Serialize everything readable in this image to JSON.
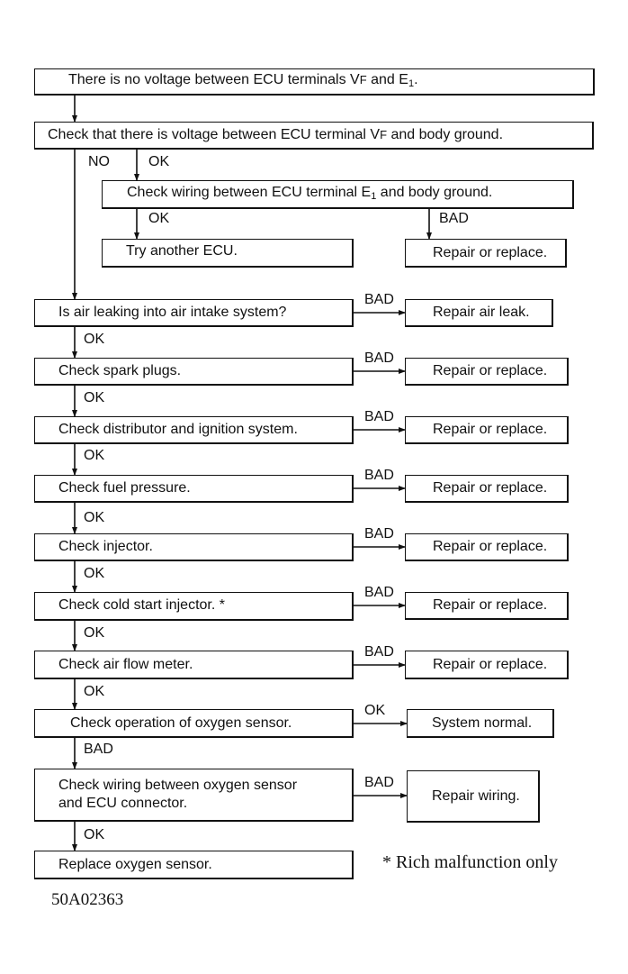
{
  "boxes": {
    "b1": {
      "pre": "There is no voltage between ECU terminals V",
      "sm": "F",
      "mid": " and E",
      "sub": "1",
      "post": "."
    },
    "b2": {
      "pre": "Check that there is voltage between ECU terminal V",
      "sm": "F",
      "post": " and body ground."
    },
    "b3": {
      "pre": "Check wiring between ECU terminal E",
      "sub": "1",
      "post": " and body  ground."
    },
    "b4": "Try another ECU.",
    "b5": "Repair or replace.",
    "b6": "Is air leaking into air intake system?",
    "b7": "Repair air leak.",
    "b8": "Check spark plugs.",
    "b9": "Repair or replace.",
    "b10": "Check distributor and ignition system.",
    "b11": "Repair or replace.",
    "b12": "Check fuel pressure.",
    "b13": "Repair or replace.",
    "b14": "Check injector.",
    "b15": "Repair or replace.",
    "b16": "Check cold start injector. *",
    "b17": "Repair or replace.",
    "b18": "Check air flow meter.",
    "b19": "Repair or replace.",
    "b20": "Check operation of oxygen sensor.",
    "b21": "System normal.",
    "b22_line1": "Check wiring between oxygen sensor",
    "b22_line2": "and ECU connector.",
    "b23": "Repair wiring.",
    "b24": "Replace oxygen sensor."
  },
  "labels": {
    "no": "NO",
    "ok": "OK",
    "bad": "BAD"
  },
  "footnote": "*  Rich malfunction only",
  "figure_code": "50A02363"
}
